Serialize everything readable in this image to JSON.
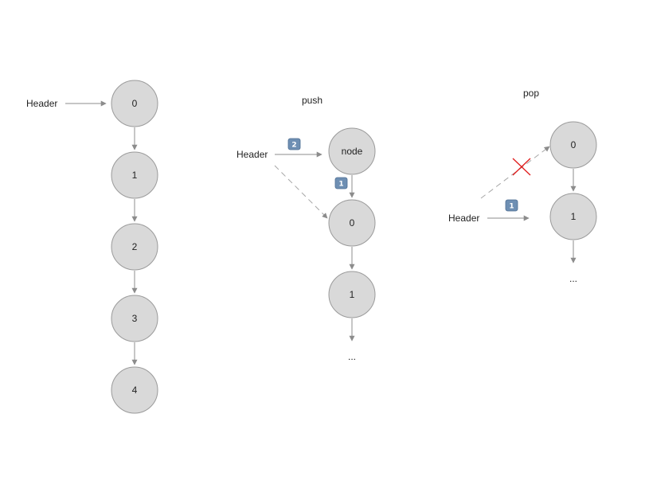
{
  "list": {
    "header_label": "Header",
    "nodes": [
      "0",
      "1",
      "2",
      "3",
      "4"
    ]
  },
  "push": {
    "title": "push",
    "header_label": "Header",
    "new_node_label": "node",
    "nodes": [
      "0",
      "1"
    ],
    "ellipsis": "...",
    "step_badge_1": "1",
    "step_badge_2": "2"
  },
  "pop": {
    "title": "pop",
    "header_label": "Header",
    "nodes": [
      "0",
      "1"
    ],
    "ellipsis": "...",
    "step_badge_1": "1"
  },
  "colors": {
    "node_fill": "#d9d9d9",
    "node_stroke": "#9a9a9a",
    "arrow": "#8c8c8c",
    "badge": "#6e8fb3",
    "cross": "#e01b1b"
  }
}
